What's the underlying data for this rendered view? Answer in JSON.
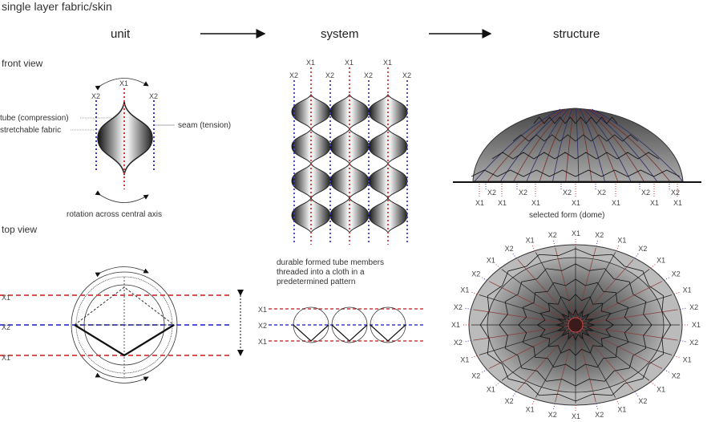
{
  "title": "single layer fabric/skin",
  "columns": {
    "unit": "unit",
    "system": "system",
    "structure": "structure"
  },
  "front_view": {
    "heading": "front view",
    "x1": "X1",
    "x2": "X2",
    "tube_label": "tube (compression)",
    "fabric_label": "stretchable fabric",
    "seam_label": "seam (tension)",
    "rotation_label": "rotation across central axis"
  },
  "top_view": {
    "heading": "top view",
    "x1": "X1",
    "x2": "X2"
  },
  "system": {
    "axis_labels_top": [
      "X2",
      "X1",
      "X2",
      "X1",
      "X2",
      "X1",
      "X2"
    ],
    "caption": [
      "durable formed tube members",
      "threaded into a cloth in a",
      "predetermined pattern"
    ],
    "plan_labels": [
      "X1",
      "X2",
      "X1"
    ]
  },
  "structure": {
    "caption": "selected form (dome)",
    "x1": "X1",
    "x2": "X2"
  },
  "colors": {
    "red": "#d23a3a",
    "blue": "#3a3ad0",
    "dark": "#222222"
  }
}
